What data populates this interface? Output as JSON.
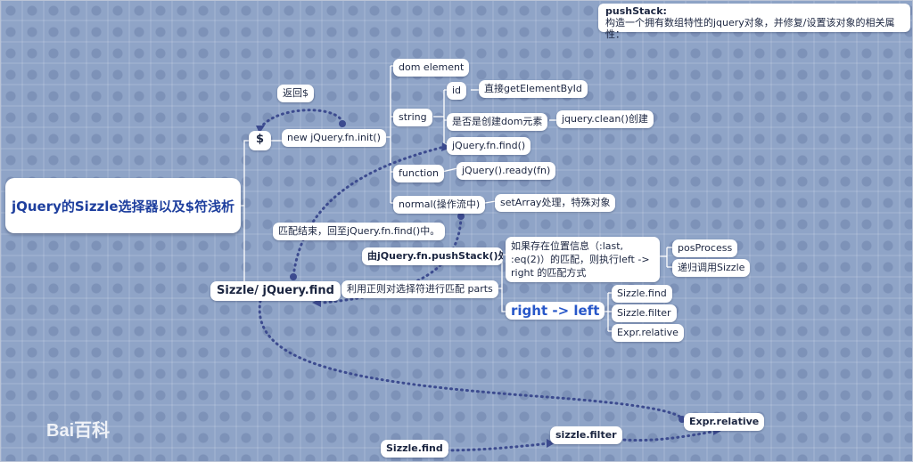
{
  "title": "jQuery的Sizzle选择器以及$符浅析",
  "note": {
    "title": "pushStack:",
    "text": "构造一个拥有数组特性的jquery对象，并修复/设置该对象的相关属性："
  },
  "nodes": {
    "dollar": "$",
    "return_dollar": "返回$",
    "new_init": "new jQuery.fn.init()",
    "dom_element": "dom element",
    "string": "string",
    "function": "function",
    "normal": "normal(操作流中)",
    "id": "id",
    "get_element_by_id": "直接getElementById",
    "create_dom": "是否是创建dom元素",
    "jquery_clean": "jquery.clean()创建",
    "fn_find": "jQuery.fn.find()",
    "ready": "jQuery().ready(fn)",
    "set_array": "setArray处理，特殊对象",
    "match_end": "匹配结束，回至jQuery.fn.find()中。",
    "push_stack": "由jQuery.fn.pushStack()处理，",
    "sizzle_find_main": "Sizzle/ jQuery.find",
    "regex_parts": "利用正则对选择符进行匹配 parts",
    "pos_info": "如果存在位置信息（:last, :eq(2)）的匹配，则执行left -> right 的匹配方式",
    "pos_process": "posProcess",
    "recursive": "递归调用Sizzle",
    "right_left": "right -> left",
    "sizzle_find": "Sizzle.find",
    "sizzle_filter": "Sizzle.filter",
    "expr_relative": "Expr.relative",
    "b_sizzle_find": "Sizzle.find",
    "b_sizzle_filter": "sizzle.filter",
    "b_expr_relative": "Expr.relative"
  },
  "watermark": "Bai百科"
}
